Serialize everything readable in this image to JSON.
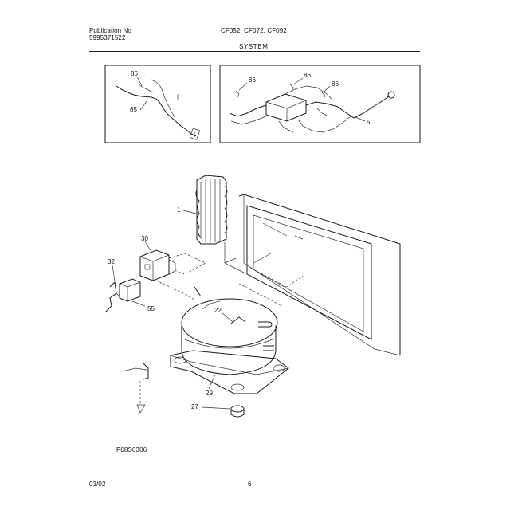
{
  "header": {
    "publication_label": "Publication No",
    "publication_number": "5995371522",
    "models": "CF052, CF072, CF092",
    "section": "SYSTEM"
  },
  "callouts": {
    "harness_left": [
      "86",
      "85"
    ],
    "harness_right": [
      "86",
      "86",
      "86",
      "5"
    ],
    "main": [
      "1",
      "30",
      "32",
      "55",
      "22",
      "29",
      "27"
    ]
  },
  "figure_id": "P08S0306",
  "footer": {
    "date": "03/02",
    "page": "6"
  }
}
